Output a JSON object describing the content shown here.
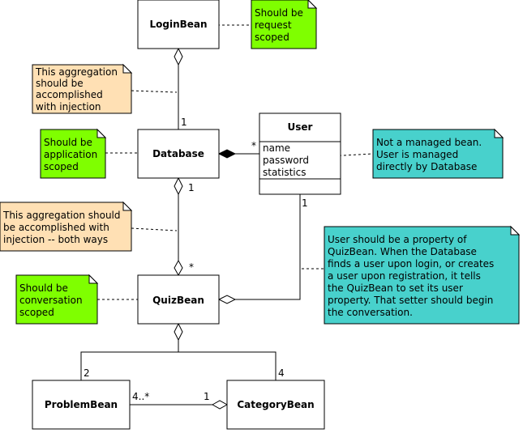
{
  "classes": {
    "login": "LoginBean",
    "database": "Database",
    "user": "User",
    "quiz": "QuizBean",
    "problem": "ProblemBean",
    "category": "CategoryBean"
  },
  "user_attrs": [
    "name",
    "password",
    "statistics"
  ],
  "notes": {
    "login_scope": [
      "Should be",
      "request",
      "scoped"
    ],
    "agg1": [
      "This aggregation",
      "should be",
      "accomplished",
      "with injection"
    ],
    "db_scope": [
      "Should be",
      "application",
      "scoped"
    ],
    "user_note": [
      "Not a managed bean.",
      "User is managed",
      "directly by Database"
    ],
    "agg2": [
      "This aggregation should",
      "be accomplished with",
      "injection -- both ways"
    ],
    "quiz_user": [
      "User should be a property of",
      "QuizBean. When the Database",
      "finds a user upon login, or creates",
      "a user upon registration, it tells",
      "the QuizBean to set its user",
      "property. That setter should begin",
      "the conversation."
    ],
    "quiz_scope": [
      "Should be",
      "conversation",
      "scoped"
    ]
  },
  "multiplicities": {
    "login_db": "1",
    "db_user_db": "*",
    "db_quiz_db": "1",
    "db_quiz_quiz": "*",
    "user_quiz": "1",
    "quiz_problem": "2",
    "quiz_category": "4",
    "problem_cat_problem": "4..*",
    "problem_cat_category": "1"
  },
  "colors": {
    "green_note": "#7fff00",
    "peach_note": "#ffe0b4",
    "teal_note": "#48d1cc"
  }
}
